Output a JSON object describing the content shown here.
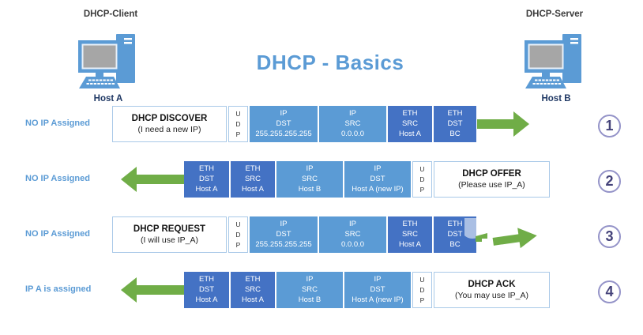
{
  "title": "DHCP - Basics",
  "client": {
    "label": "DHCP-Client",
    "host": "Host A"
  },
  "server": {
    "label": "DHCP-Server",
    "host": "Host B"
  },
  "colors": {
    "ip_blue": "#5B9BD5",
    "eth_blue": "#4472C4",
    "arrow_green": "#70AD47",
    "accent_blue": "#5B9BD5",
    "host_navy": "#1F3864",
    "step_circle": "#45437A"
  },
  "rows": [
    {
      "number": "1",
      "status": "NO IP Assigned",
      "direction": "client-to-server",
      "payload": {
        "title": "DHCP DISCOVER",
        "subtitle": "(I need a new IP)"
      },
      "udp": [
        "U",
        "D",
        "P"
      ],
      "segments": [
        {
          "layer": "ip",
          "lines": [
            "IP",
            "DST",
            "255.255.255.255"
          ]
        },
        {
          "layer": "ip",
          "lines": [
            "IP",
            "SRC",
            "0.0.0.0"
          ]
        },
        {
          "layer": "eth",
          "lines": [
            "ETH",
            "SRC",
            "Host A"
          ]
        },
        {
          "layer": "eth",
          "lines": [
            "ETH",
            "DST",
            "BC"
          ]
        }
      ]
    },
    {
      "number": "2",
      "status": "NO IP Assigned",
      "direction": "server-to-client",
      "payload": {
        "title": "DHCP OFFER",
        "subtitle": "(Please use IP_A)"
      },
      "udp": [
        "U",
        "D",
        "P"
      ],
      "segments": [
        {
          "layer": "eth",
          "lines": [
            "ETH",
            "DST",
            "Host A"
          ]
        },
        {
          "layer": "eth",
          "lines": [
            "ETH",
            "SRC",
            "Host A"
          ]
        },
        {
          "layer": "ip",
          "lines": [
            "IP",
            "SRC",
            "Host B"
          ]
        },
        {
          "layer": "ip",
          "lines": [
            "IP",
            "DST",
            "Host A (new IP)"
          ]
        }
      ]
    },
    {
      "number": "3",
      "status": "NO IP Assigned",
      "direction": "client-to-server",
      "payload": {
        "title": "DHCP REQUEST",
        "subtitle": "(I will use IP_A)"
      },
      "udp": [
        "U",
        "D",
        "P"
      ],
      "segments": [
        {
          "layer": "ip",
          "lines": [
            "IP",
            "DST",
            "255.255.255.255"
          ]
        },
        {
          "layer": "ip",
          "lines": [
            "IP",
            "SRC",
            "0.0.0.0"
          ]
        },
        {
          "layer": "eth",
          "lines": [
            "ETH",
            "SRC",
            "Host A"
          ]
        },
        {
          "layer": "eth",
          "lines": [
            "ETH",
            "DST",
            "BC"
          ]
        }
      ]
    },
    {
      "number": "4",
      "status": "IP A is assigned",
      "direction": "server-to-client",
      "payload": {
        "title": "DHCP ACK",
        "subtitle": "(You may use IP_A)"
      },
      "udp": [
        "U",
        "D",
        "P"
      ],
      "segments": [
        {
          "layer": "eth",
          "lines": [
            "ETH",
            "DST",
            "Host A"
          ]
        },
        {
          "layer": "eth",
          "lines": [
            "ETH",
            "SRC",
            "Host A"
          ]
        },
        {
          "layer": "ip",
          "lines": [
            "IP",
            "SRC",
            "Host B"
          ]
        },
        {
          "layer": "ip",
          "lines": [
            "IP",
            "DST",
            "Host A (new IP)"
          ]
        }
      ]
    }
  ]
}
